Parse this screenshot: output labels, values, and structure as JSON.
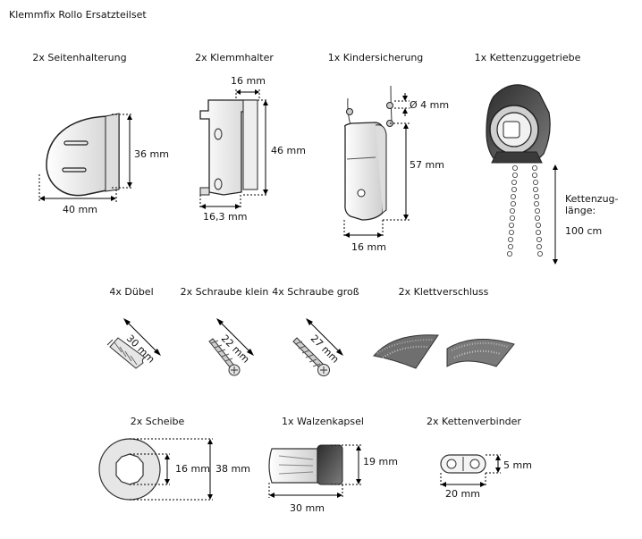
{
  "title": "Klemmfix Rollo Ersatzteilset",
  "parts": [
    {
      "label": "2x Seitenhalterung",
      "dims": [
        "36 mm",
        "40 mm"
      ]
    },
    {
      "label": "2x Klemmhalter",
      "dims": [
        "16 mm",
        "46 mm",
        "16,3 mm"
      ]
    },
    {
      "label": "1x Kindersicherung",
      "dims": [
        "Ø 4 mm",
        "57 mm",
        "16 mm"
      ]
    },
    {
      "label": "1x Kettenzuggetriebe",
      "dims": [
        "Kettenzug-",
        "länge:",
        "100 cm"
      ]
    },
    {
      "label": "4x Dübel",
      "dims": [
        "30 mm"
      ]
    },
    {
      "label": "2x Schraube klein",
      "dims": [
        "22 mm"
      ]
    },
    {
      "label": "4x Schraube groß",
      "dims": [
        "27 mm"
      ]
    },
    {
      "label": "2x Klettverschluss",
      "dims": []
    },
    {
      "label": "2x Scheibe",
      "dims": [
        "16 mm",
        "38 mm"
      ]
    },
    {
      "label": "1x Walzenkapsel",
      "dims": [
        "19 mm",
        "30 mm"
      ]
    },
    {
      "label": "2x Kettenverbinder",
      "dims": [
        "5 mm",
        "20 mm"
      ]
    }
  ]
}
